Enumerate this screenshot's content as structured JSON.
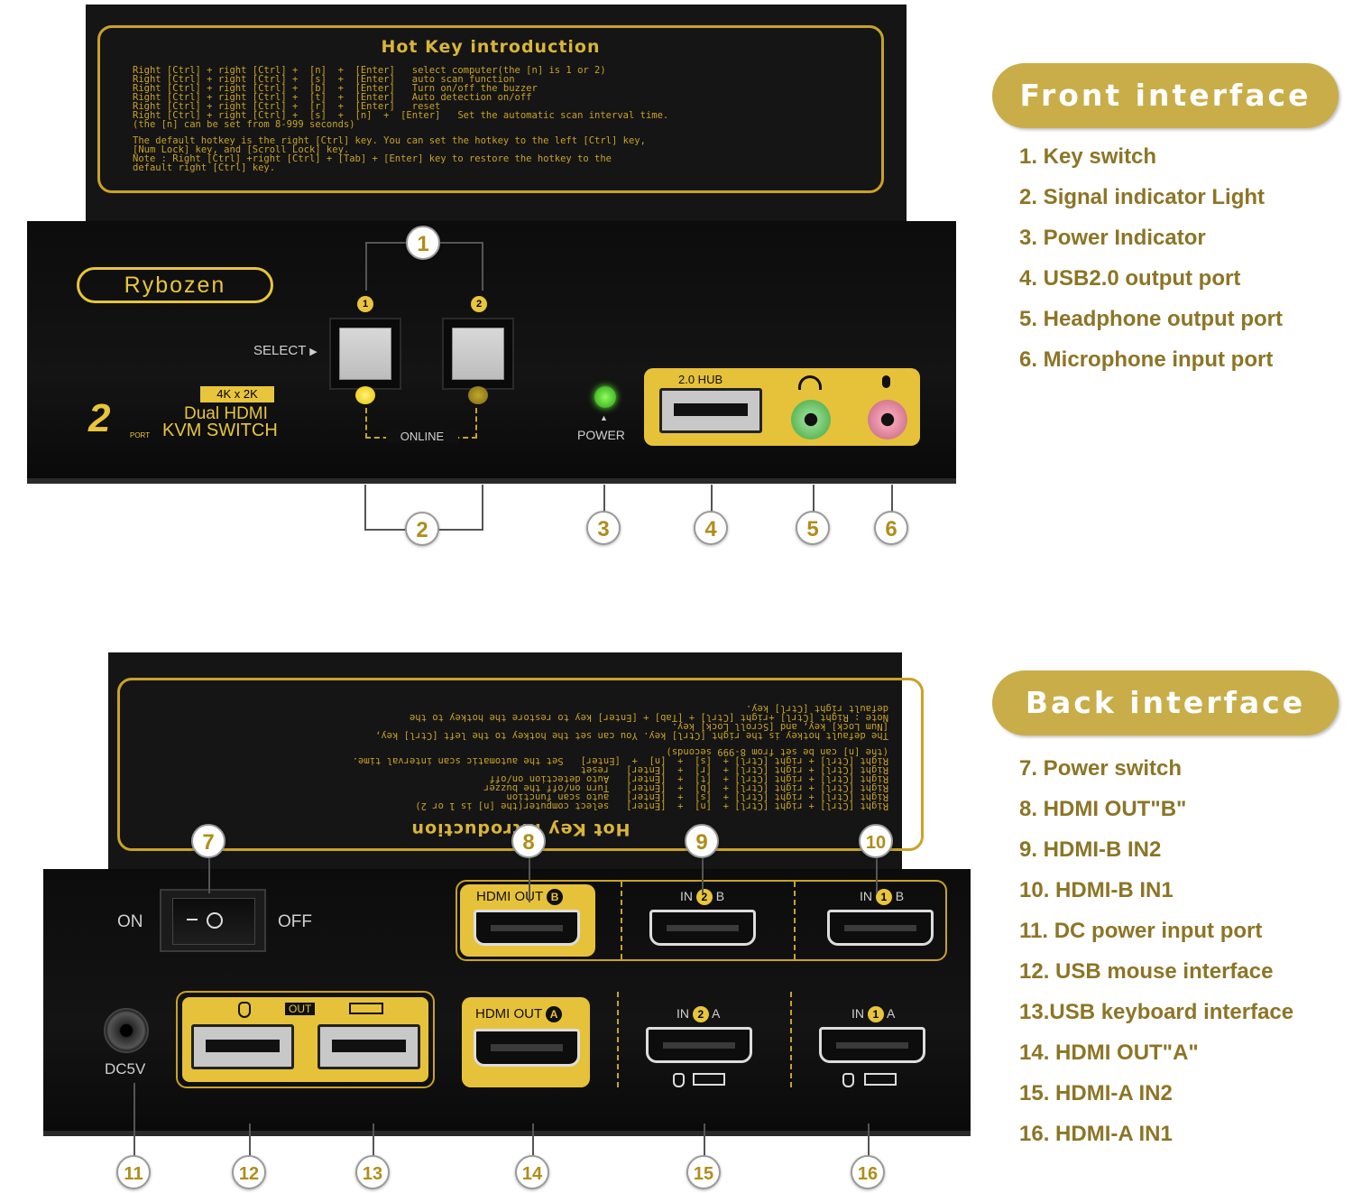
{
  "hotkey": {
    "title": "Hot Key introduction",
    "lines": [
      "Right [Ctrl] + right [Ctrl] +  [n]  +  [Enter]   select computer(the [n] is 1 or 2)",
      "Right [Ctrl] + right [Ctrl] +  [s]  +  [Enter]   auto scan function",
      "Right [Ctrl] + right [Ctrl] +  [b]  +  [Enter]   Turn on/off the buzzer",
      "Right [Ctrl] + right [Ctrl] +  [t]  +  [Enter]   Auto detection on/off",
      "Right [Ctrl] + right [Ctrl] +  [r]  +  [Enter]   reset",
      "Right [Ctrl] + right [Ctrl] +  [s]  +  [n]  +  [Enter]   Set the automatic scan interval time.",
      "(the [n] can be set from 8-999 seconds)",
      "",
      "The default hotkey is the right [Ctrl] key. You can set the hotkey to the left [Ctrl] key,",
      "[Num Lock] key, and [Scroll Lock] key.",
      "Note : Right [Ctrl] +right [Ctrl] + [Tab] + [Enter] key to restore the hotkey to the",
      "default right [Ctrl] key."
    ]
  },
  "front": {
    "brand": "Rybozen",
    "spec_badge": "4K x 2K",
    "port_number": "2",
    "port_word": "PORT",
    "product_line1": "Dual HDMI",
    "product_line2": "KVM SWITCH",
    "select_label": "SELECT",
    "btn1": "1",
    "btn2": "2",
    "online_label": "ONLINE",
    "power_label": "POWER",
    "hub_label": "2.0 HUB"
  },
  "back": {
    "on_label": "ON",
    "off_label": "OFF",
    "hdmi_out_b": "HDMI OUT",
    "b_letter": "B",
    "a_letter": "A",
    "in2b": "IN",
    "in1b": "IN",
    "hdmi_out_a": "HDMI OUT",
    "in2a": "IN",
    "in1a": "IN",
    "two": "2",
    "one": "1",
    "usb_out_label": "OUT",
    "dc_label": "DC5V"
  },
  "callouts": [
    "1",
    "2",
    "3",
    "4",
    "5",
    "6",
    "7",
    "8",
    "9",
    "10",
    "11",
    "12",
    "13",
    "14",
    "15",
    "16"
  ],
  "front_interface": {
    "heading": "Front interface",
    "items": [
      "1. Key switch",
      "2. Signal indicator Light",
      "3. Power Indicator",
      "4. USB2.0 output port",
      "5. Headphone output port",
      "6. Microphone input port"
    ]
  },
  "back_interface": {
    "heading": "Back interface",
    "items": [
      "7. Power switch",
      "8. HDMI OUT\"B\"",
      "9. HDMI-B IN2",
      "10. HDMI-B IN1",
      "11. DC power input port",
      "12. USB mouse interface",
      "13.USB keyboard interface",
      "14. HDMI OUT\"A\"",
      "15. HDMI-A IN2",
      "16. HDMI-A IN1"
    ]
  }
}
